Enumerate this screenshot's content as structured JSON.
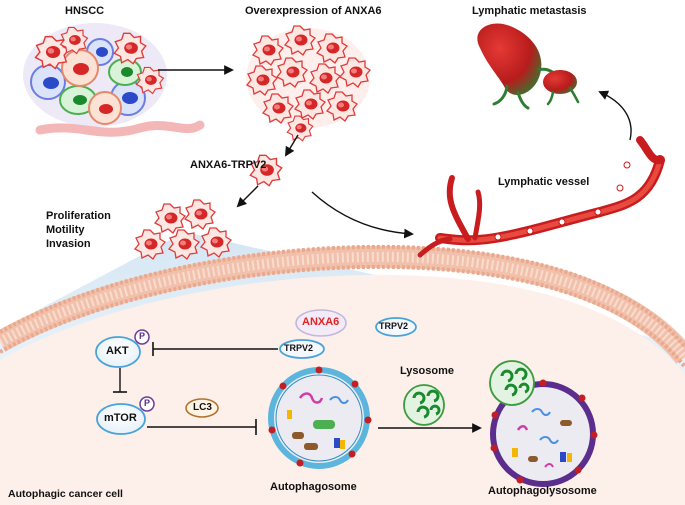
{
  "labels": {
    "hnscc": "HNSCC",
    "overexpression": "Overexpression of ANXA6",
    "lymphatic_metastasis": "Lymphatic metastasis",
    "anxa6_trpv2": "ANXA6-TRPV2",
    "lymphatic_vessel": "Lymphatic vessel",
    "phenotypes": [
      "Proliferation",
      "Motility",
      "Invasion"
    ],
    "anxa6": "ANXA6",
    "trpv2_top": "TRPV2",
    "trpv2_left": "TRPV2",
    "akt": "AKT",
    "mtor": "mTOR",
    "p_akt": "P",
    "p_mtor": "P",
    "lc3": "LC3",
    "lysosome": "Lysosome",
    "autophagosome": "Autophagosome",
    "autophagolysosome": "Autophagolysosome",
    "autophagic_cell": "Autophagic cancer cell"
  },
  "colors": {
    "tumor_cell": "#e23b3b",
    "tumor_cell_light": "#fbe3de",
    "membrane": "#f4c7b4",
    "cell_interior": "#fdf0ea",
    "vessel": "#d81e22",
    "autophagosome_ring": "#5bb5dc",
    "autolysosome_ring": "#5b2d8c",
    "lysosome_green": "#3c9a3f",
    "anxa6_text": "#e02424",
    "node_border": "#4aa3d8",
    "phospho": "#6b3e9a"
  }
}
